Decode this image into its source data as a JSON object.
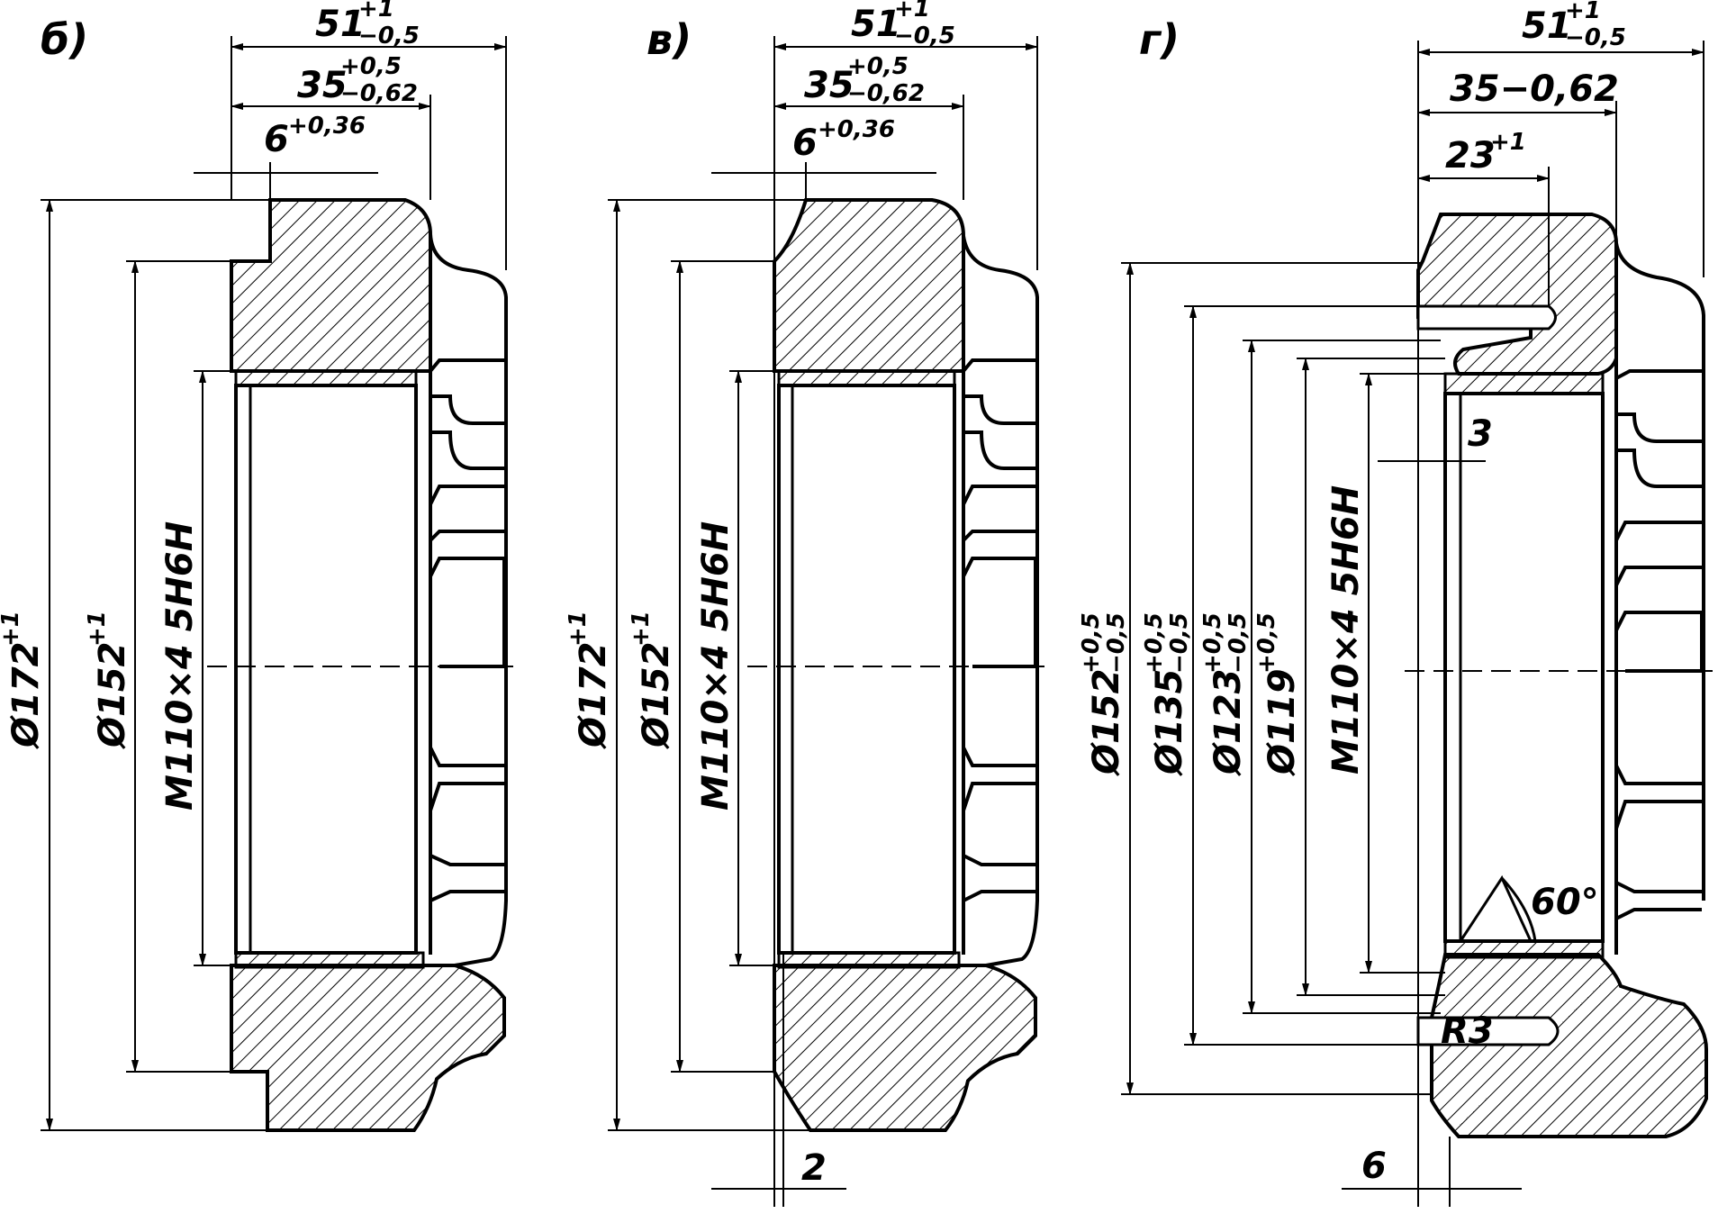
{
  "drawing": {
    "views": [
      {
        "label": "б)",
        "dims": {
          "a": "51",
          "a_up": "+1",
          "a_lo": "−0,5",
          "b": "35",
          "b_up": "+0,5",
          "b_lo": "−0,62",
          "c": "6",
          "c_up": "+0,36",
          "d1": "Ø172",
          "d1_up": "+1",
          "d2": "Ø152",
          "d2_up": "+1",
          "thread": "M110×4  5H6H"
        }
      },
      {
        "label": "в)",
        "dims": {
          "a": "51",
          "a_up": "+1",
          "a_lo": "−0,5",
          "b": "35",
          "b_up": "+0,5",
          "b_lo": "−0,62",
          "c": "6",
          "c_up": "+0,36",
          "d1": "Ø172",
          "d1_up": "+1",
          "d2": "Ø152",
          "d2_up": "+1",
          "thread": "M110×4  5H6H",
          "bottom": "2"
        }
      },
      {
        "label": "г)",
        "dims": {
          "a": "51",
          "a_up": "+1",
          "a_lo": "−0,5",
          "b": "35−0,62",
          "c": "23",
          "c_up": "+1",
          "small": "3",
          "d1": "Ø152",
          "d1_up": "+0,5",
          "d1_lo": "−0,5",
          "d2": "Ø135",
          "d2_up": "+0,5",
          "d2_lo": "−0,5",
          "d3": "Ø123",
          "d3_up": "+0,5",
          "d3_lo": "−0,5",
          "d4": "Ø119",
          "d4_up": "+0,5",
          "thread": "M110×4  5H6H",
          "angle": "60°",
          "radius": "R3",
          "bottom": "6"
        }
      }
    ]
  }
}
